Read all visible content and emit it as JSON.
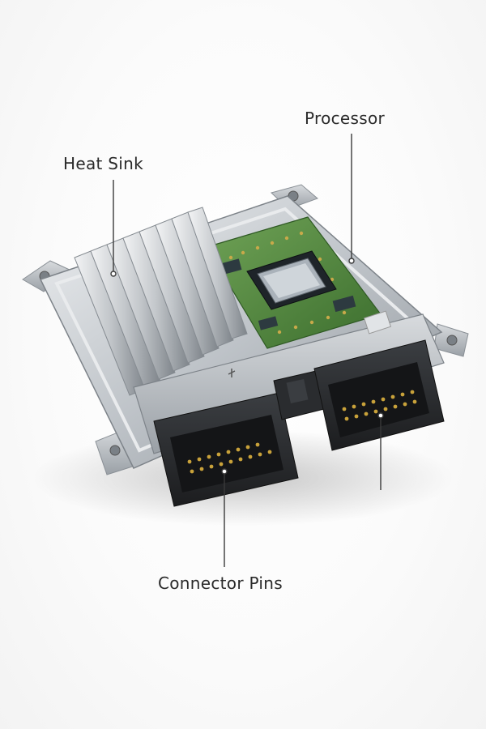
{
  "callouts": {
    "heat_sink": "Heat Sink",
    "processor": "Processor",
    "connector_pins": "Connector Pins"
  },
  "colors": {
    "housing": "#c9cdd1",
    "pcb": "#4f8a3c",
    "connector": "#2b2d30",
    "pins": "#c9a23a",
    "leader_line": "#3a3a3a"
  },
  "icons": [
    "heat-sink-fins",
    "cpu-chip",
    "pcb-board",
    "connector-left",
    "connector-right"
  ]
}
